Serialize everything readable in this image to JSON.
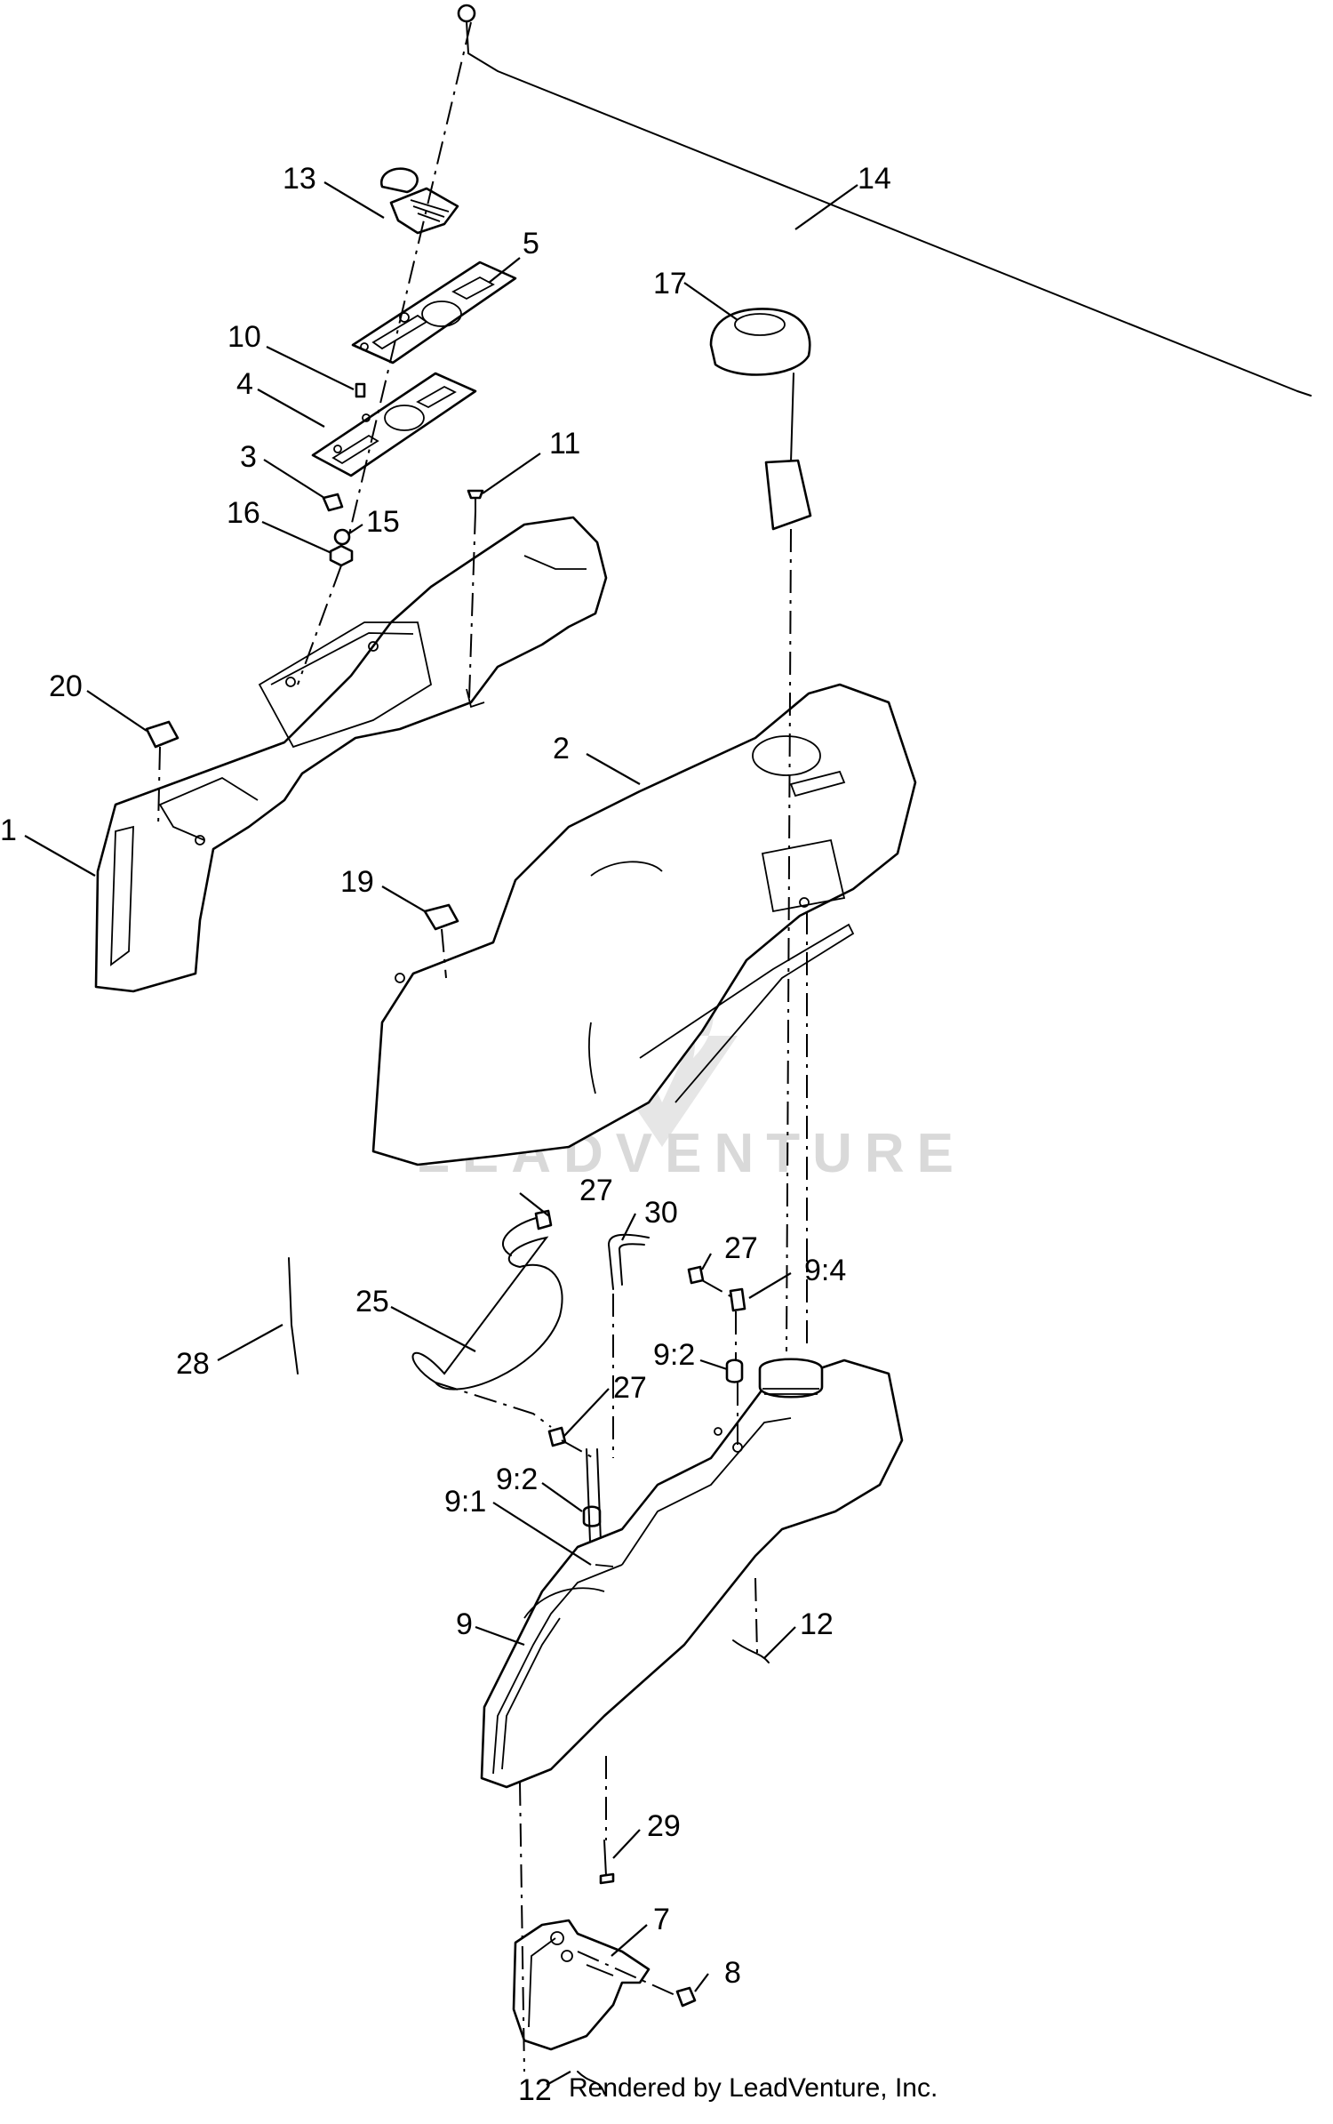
{
  "watermark": {
    "text": "LEADVENTURE",
    "color": "#d9d9d9"
  },
  "footer": {
    "text": "Rendered by LeadVenture, Inc."
  },
  "callouts": [
    "13",
    "14",
    "5",
    "17",
    "10",
    "4",
    "3",
    "11",
    "16",
    "15",
    "20",
    "1",
    "2",
    "19",
    "27",
    "30",
    "27",
    "9:4",
    "25",
    "28",
    "9:2",
    "27",
    "9:2",
    "9:1",
    "9",
    "12",
    "29",
    "7",
    "8",
    "12"
  ]
}
